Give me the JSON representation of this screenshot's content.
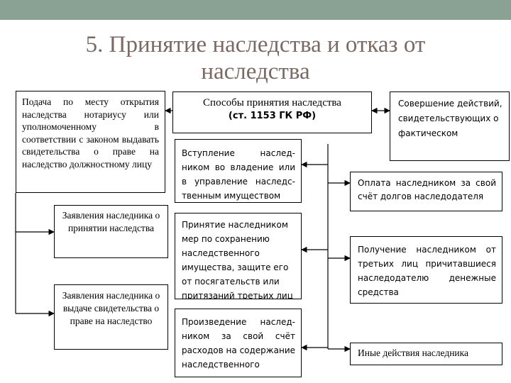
{
  "slide": {
    "title": "5. Принятие наследства и отказ от наследства"
  },
  "diagram": {
    "central": {
      "title": "Способы принятия наследства",
      "subtitle": "(ст. 1153 ГК РФ)"
    },
    "left_boxes": {
      "notary": "Подача по месту открытия наследства нотариусу или уполномоченному в соответствии с законом выдавать свидетельства о праве на наследство должностному лицу",
      "acceptance_application": "Заявления наследника о принятии наследства",
      "certificate_application": "Заявления наследника о выдаче свидетельства о праве на наследство"
    },
    "middle_boxes": {
      "possession": "Вступление наслед-ником во владение или в управление наследс-твенным имуществом",
      "protection": "Принятие наследником мер по сохранению наследственного имущества, защите его от посягательств или притязаний третьих лиц",
      "expenses": "Произведение наслед-ником за свой счёт расходов на содержание наследственного"
    },
    "right_boxes": {
      "actions": "Совершение действий, свидетельствующих о фактическом",
      "debts": "Оплата наследником за свой счёт долгов наследодателя",
      "receipt": "Получение наследником от третьих лиц причитавшиеся наследодателю денежные средства",
      "other": "Иные действия наследника"
    }
  }
}
